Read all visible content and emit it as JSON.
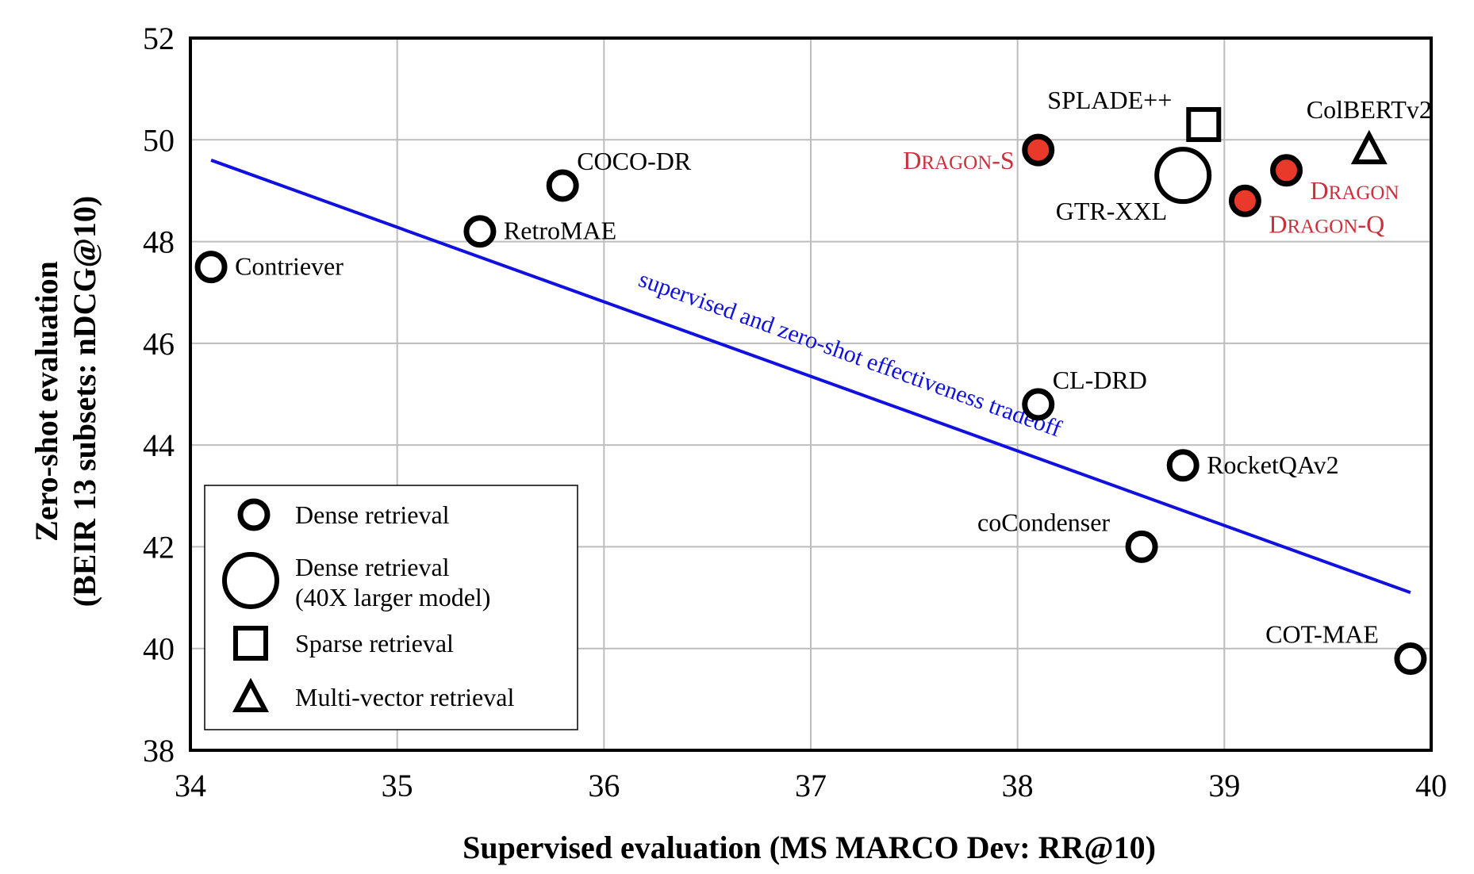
{
  "chart_data": {
    "type": "scatter",
    "xlabel": "Supervised evaluation (MS MARCO Dev: RR@10)",
    "ylabel_line1": "Zero-shot evaluation",
    "ylabel_line2": "(BEIR 13 subsets: nDCG@10)",
    "xlim": [
      34,
      40
    ],
    "ylim": [
      38,
      52
    ],
    "xticks": [
      34,
      35,
      36,
      37,
      38,
      39,
      40
    ],
    "yticks": [
      38,
      40,
      42,
      44,
      46,
      48,
      50,
      52
    ],
    "grid": true,
    "points": [
      {
        "label": "Contriever",
        "x": 34.1,
        "y": 47.5,
        "shape": "circle",
        "filled": false,
        "label_pos": "right"
      },
      {
        "label": "RetroMAE",
        "x": 35.4,
        "y": 48.2,
        "shape": "circle",
        "filled": false,
        "label_pos": "right"
      },
      {
        "label": "COCO-DR",
        "x": 35.8,
        "y": 49.1,
        "shape": "circle",
        "filled": false,
        "label_pos": "upper-right"
      },
      {
        "label": "CL-DRD",
        "x": 38.1,
        "y": 44.8,
        "shape": "circle",
        "filled": false,
        "label_pos": "upper-right"
      },
      {
        "label": "RocketQAv2",
        "x": 38.8,
        "y": 43.6,
        "shape": "circle",
        "filled": false,
        "label_pos": "right"
      },
      {
        "label": "coCondenser",
        "x": 38.6,
        "y": 42.0,
        "shape": "circle",
        "filled": false,
        "label_pos": "upper-left"
      },
      {
        "label": "COT-MAE",
        "x": 39.9,
        "y": 39.8,
        "shape": "circle",
        "filled": false,
        "label_pos": "upper-left"
      },
      {
        "label": "GTR-XXL",
        "x": 38.8,
        "y": 49.3,
        "shape": "large-circle",
        "filled": false,
        "label_pos": "lower-left"
      },
      {
        "label": "SPLADE++",
        "x": 38.9,
        "y": 50.3,
        "shape": "square",
        "filled": false,
        "label_pos": "upper-left"
      },
      {
        "label": "ColBERTv2",
        "x": 39.7,
        "y": 49.8,
        "shape": "triangle",
        "filled": false,
        "label_pos": "above"
      },
      {
        "label": "Dragon-S",
        "x": 38.1,
        "y": 49.8,
        "shape": "circle",
        "filled": true,
        "label_pos": "left"
      },
      {
        "label": "Dragon",
        "x": 39.3,
        "y": 49.4,
        "shape": "circle",
        "filled": true,
        "label_pos": "lower-right"
      },
      {
        "label": "Dragon-Q",
        "x": 39.1,
        "y": 48.8,
        "shape": "circle",
        "filled": true,
        "label_pos": "below"
      }
    ],
    "trendline": {
      "label": "supervised and zero-shot effectiveness tradeoff",
      "start": [
        34.1,
        49.6
      ],
      "end": [
        39.9,
        41.1
      ],
      "color": "#1010e0"
    },
    "legend": {
      "position": "bottom-left",
      "items": [
        {
          "shape": "circle",
          "line1": "Dense retrieval",
          "line2": ""
        },
        {
          "shape": "large-circle",
          "line1": "Dense retrieval",
          "line2": "(40X larger model)"
        },
        {
          "shape": "square",
          "line1": "Sparse retrieval",
          "line2": ""
        },
        {
          "shape": "triangle",
          "line1": "Multi-vector retrieval",
          "line2": ""
        }
      ]
    },
    "colors": {
      "highlight_fill": "#e8392b",
      "highlight_text": "#c8323c",
      "trend": "#1010e0",
      "grid": "#bdbdbd"
    }
  }
}
